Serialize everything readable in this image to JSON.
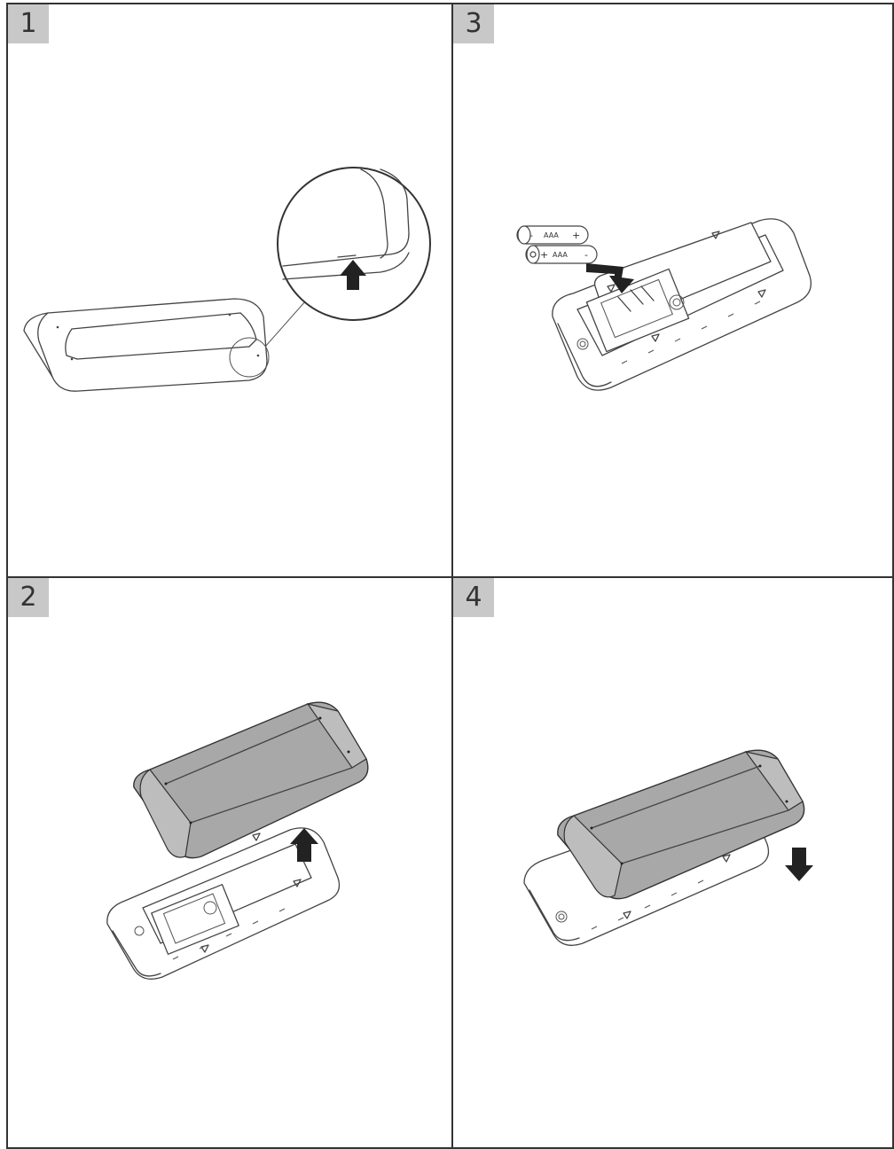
{
  "steps": [
    {
      "number": "1"
    },
    {
      "number": "3"
    },
    {
      "number": "2"
    },
    {
      "number": "4"
    }
  ],
  "battery": {
    "type_label": "AAA",
    "plus": "+",
    "minus": "-"
  },
  "colors": {
    "badge_fill": "#c8c8c8",
    "cover_fill": "#a8a8a8",
    "arrow_fill": "#222222",
    "line": "#444444"
  }
}
